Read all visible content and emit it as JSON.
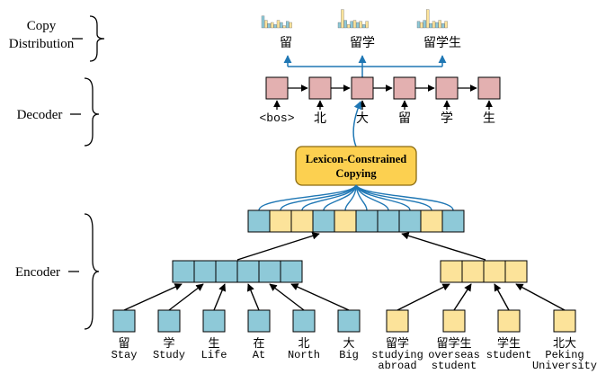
{
  "labels": {
    "copy_line1": "Copy",
    "copy_line2": "Distribution",
    "decoder": "Decoder",
    "encoder": "Encoder",
    "module_line1": "Lexicon-Constrained",
    "module_line2": "Copying"
  },
  "copy_outputs": [
    "留",
    "留学",
    "留学生"
  ],
  "decoder_inputs": [
    "<bos>",
    "北",
    "大",
    "留",
    "学",
    "生"
  ],
  "chars": [
    {
      "zh": "留",
      "en": "Stay"
    },
    {
      "zh": "学",
      "en": "Study"
    },
    {
      "zh": "生",
      "en": "Life"
    },
    {
      "zh": "在",
      "en": "At"
    },
    {
      "zh": "北",
      "en": "North"
    },
    {
      "zh": "大",
      "en": "Big"
    }
  ],
  "words": [
    {
      "zh": "留学",
      "en": [
        "studying",
        "abroad"
      ]
    },
    {
      "zh": "留学生",
      "en": [
        "overseas",
        "student"
      ]
    },
    {
      "zh": "学生",
      "en": [
        "student"
      ]
    },
    {
      "zh": "北大",
      "en": [
        "Peking",
        "University"
      ]
    }
  ],
  "colors": {
    "char_cell": "#8ec9d8",
    "word_cell": "#fce39a",
    "decoder_cell": "#e3b0b0",
    "module_fill": "#fcd050",
    "module_stroke": "#8a6a10",
    "arrow_blue": "#1f77b4",
    "black": "#000000"
  },
  "histograms": [
    {
      "values": [
        0.55,
        0.35,
        0.2,
        0.25,
        0.15,
        0.35,
        0.25,
        0.1,
        0.3,
        0.25
      ]
    },
    {
      "values": [
        0.25,
        0.85,
        0.35,
        0.15,
        0.3,
        0.35,
        0.25,
        0.3,
        0.15,
        0.3
      ]
    },
    {
      "values": [
        0.3,
        0.25,
        0.35,
        0.85,
        0.2,
        0.3,
        0.25,
        0.35,
        0.2,
        0.3
      ]
    }
  ]
}
